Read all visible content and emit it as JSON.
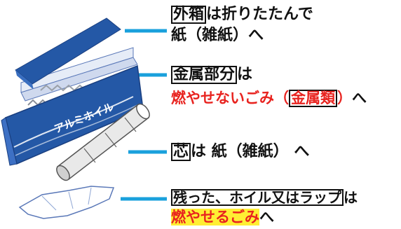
{
  "items": [
    {
      "id": "box",
      "title_box": "外箱",
      "title_rest": "は折りたたんで",
      "line2": "紙（雑紙）へ",
      "label_on_box": "アルミホイル"
    },
    {
      "id": "blade",
      "title_box": "金属部分",
      "title_rest": "は",
      "line2_red_a": "燃やせないごみ（",
      "line2_red_box": "金属類",
      "line2_red_b": "）",
      "line2_tail": "へ"
    },
    {
      "id": "core",
      "title_box": "芯",
      "title_rest": "は 紙（雑紙） へ"
    },
    {
      "id": "foil",
      "title_box": "残った、ホイル又はラップ",
      "title_rest": "は",
      "line2_hl": "燃やせるごみ",
      "line2_tail": "へ"
    }
  ],
  "colors": {
    "leader_line": "#1aa0dc",
    "box_blue": "#2458a6",
    "red_text": "#e8231f",
    "highlight": "#ffee33"
  }
}
